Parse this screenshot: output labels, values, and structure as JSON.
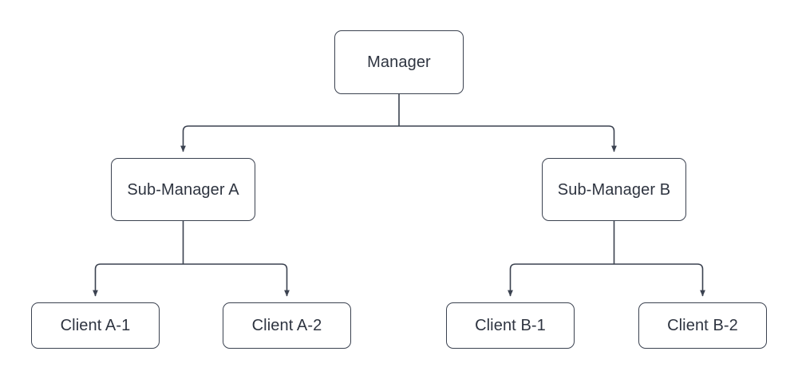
{
  "diagram": {
    "type": "org-chart",
    "background_color": "#ffffff",
    "stroke_color": "#3b4250",
    "text_color": "#2e3440",
    "node_fill": "#ffffff",
    "nodes": [
      {
        "id": "manager",
        "label": "Manager",
        "level": 0
      },
      {
        "id": "sub_a",
        "label": "Sub-Manager A",
        "level": 1
      },
      {
        "id": "sub_b",
        "label": "Sub-Manager B",
        "level": 1
      },
      {
        "id": "client_a1",
        "label": "Client A-1",
        "level": 2
      },
      {
        "id": "client_a2",
        "label": "Client A-2",
        "level": 2
      },
      {
        "id": "client_b1",
        "label": "Client B-1",
        "level": 2
      },
      {
        "id": "client_b2",
        "label": "Client B-2",
        "level": 2
      }
    ],
    "edges": [
      {
        "from": "manager",
        "to": "sub_a",
        "arrow": "end"
      },
      {
        "from": "manager",
        "to": "sub_b",
        "arrow": "end"
      },
      {
        "from": "sub_a",
        "to": "client_a1",
        "arrow": "end"
      },
      {
        "from": "sub_a",
        "to": "client_a2",
        "arrow": "end"
      },
      {
        "from": "sub_b",
        "to": "client_b1",
        "arrow": "end"
      },
      {
        "from": "sub_b",
        "to": "client_b2",
        "arrow": "end"
      }
    ]
  }
}
